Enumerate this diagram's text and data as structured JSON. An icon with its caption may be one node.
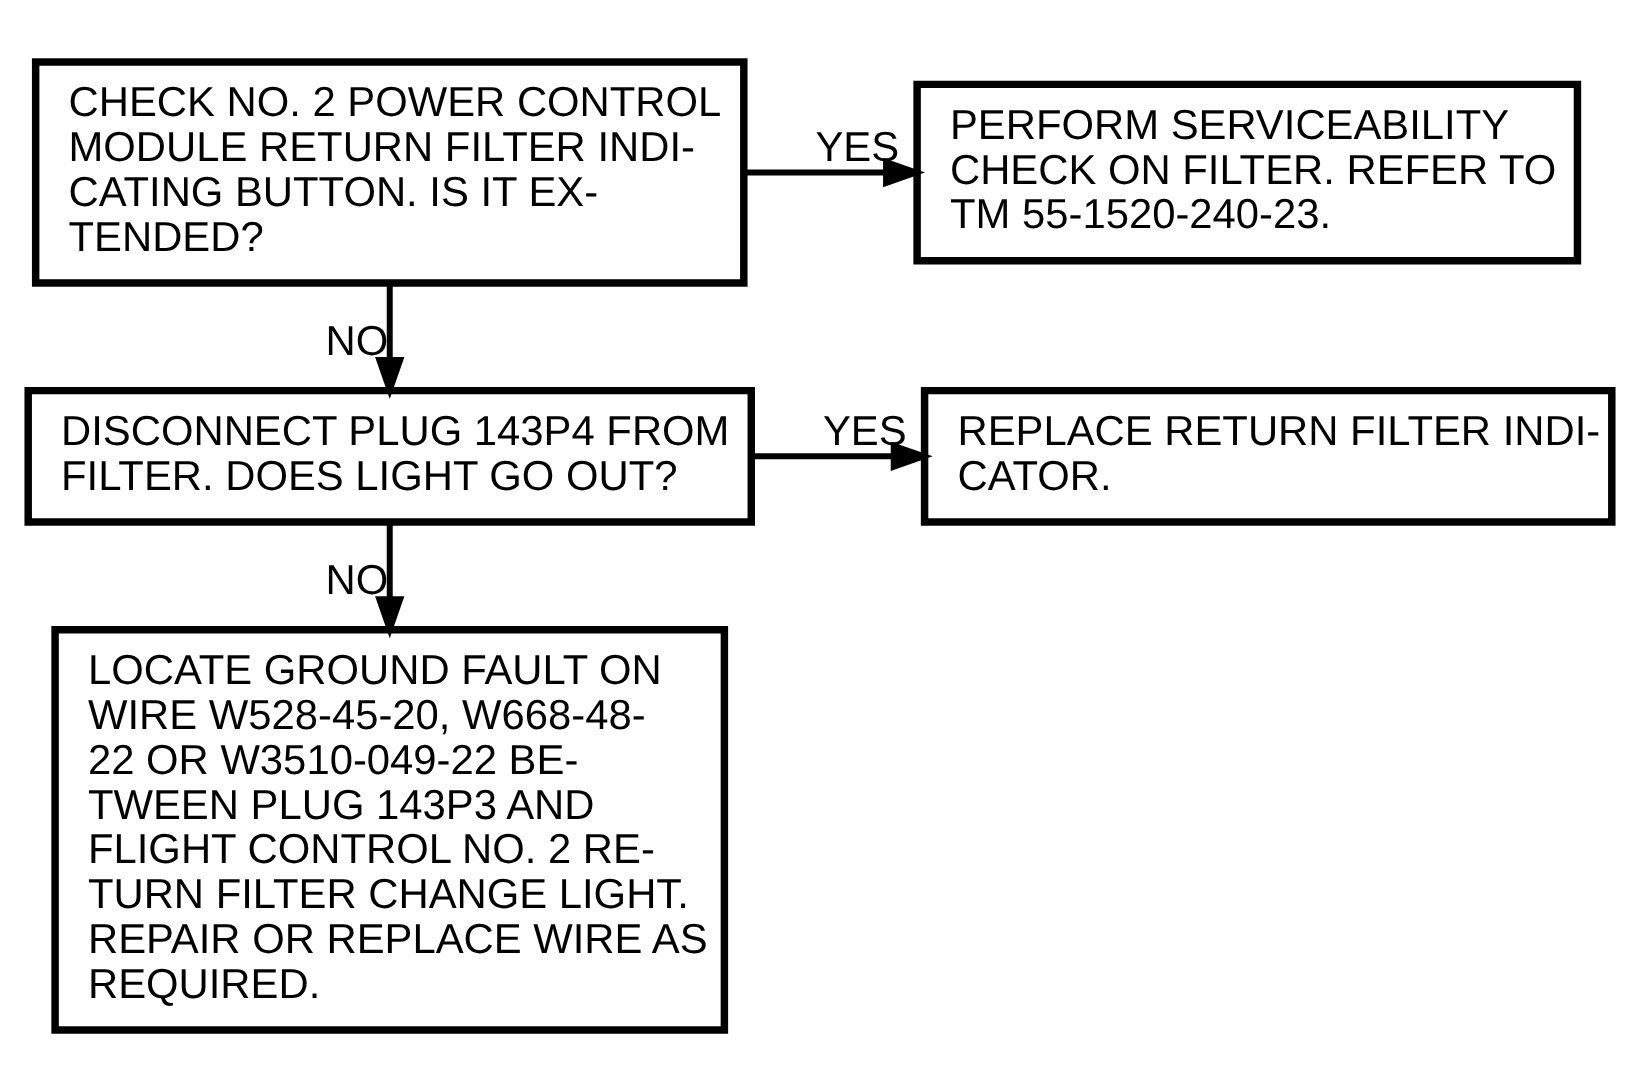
{
  "diagram": {
    "nodes": [
      {
        "text": [
          "CHECK NO. 2 POWER CONTROL MODULE RETURN FILTER INDI- CATING BUTTON. IS IT EX- TENDED?"
        ]
      },
      {
        "text": [
          "PERFORM SERVICEABILITY CHECK ON FILTER. REFER TO TM 55-1520-240-23."
        ]
      },
      {
        "text": [
          "DISCONNECT PLUG 143P4 FROM FILTER. DOES LIGHT GO OUT?"
        ]
      },
      {
        "text": [
          "REPLACE RETURN FILTER INDI- CATOR."
        ]
      },
      {
        "text": [
          "LOCATE GROUND FAULT ON WIRE W528-45-20, W668-48- 22 OR W3510-049-22 BE- TWEEN PLUG 143P3 AND FLIGHT CONTROL NO. 2 RE- TURN FILTER CHANGE LIGHT. REPAIR OR REPLACE WIRE AS REQUIRED."
        ]
      }
    ],
    "edges": [
      {
        "from": 0,
        "to": 1,
        "arrow": "to",
        "label": "YES"
      },
      {
        "from": 0,
        "to": 2,
        "arrow": "to",
        "label": "NO"
      },
      {
        "from": 2,
        "to": 3,
        "arrow": "to",
        "label": "YES"
      },
      {
        "from": 2,
        "to": 4,
        "arrow": "to",
        "label": "NO"
      }
    ]
  }
}
